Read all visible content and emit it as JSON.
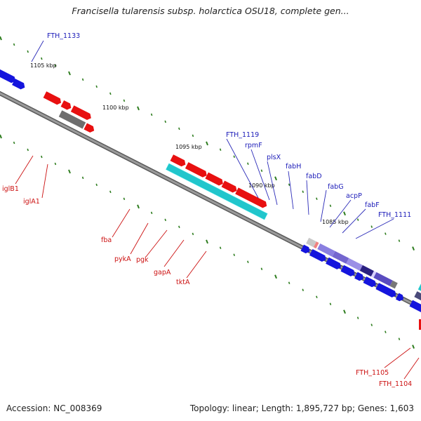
{
  "title": "Francisella tularensis subsp. holarctica OSU18, complete gen...",
  "footer": {
    "accession": "Accession: NC_008369",
    "summary": "Topology: linear; Length: 1,895,727 bp; Genes: 1,603"
  },
  "colors": {
    "backbone": "#8a8a8a",
    "tick": "#2e7d1f",
    "red_gene": "#e81010",
    "blue_gene": "#1515dd",
    "cyan_gene": "#21c6cc",
    "gray_gene": "#6e6e6e",
    "purple_gene": "#7f70d6",
    "label_blue": "#1a1ab8",
    "label_red": "#cc1111"
  },
  "scale_labels": [
    "1105 kbp",
    "1100 kbp",
    "1095 kbp",
    "1090 kbp",
    "1085 kbp"
  ],
  "gene_labels_top": [
    "FTH_1133",
    "FTH_1119",
    "rpmF",
    "plsX",
    "fabH",
    "fabD",
    "fabG",
    "acpP",
    "fabF",
    "FTH_1111"
  ],
  "gene_labels_bottom": [
    "iglB1",
    "iglA1",
    "fba",
    "pykA",
    "pgk",
    "gapA",
    "tktA",
    "FTH_1105",
    "FTH_1104"
  ]
}
